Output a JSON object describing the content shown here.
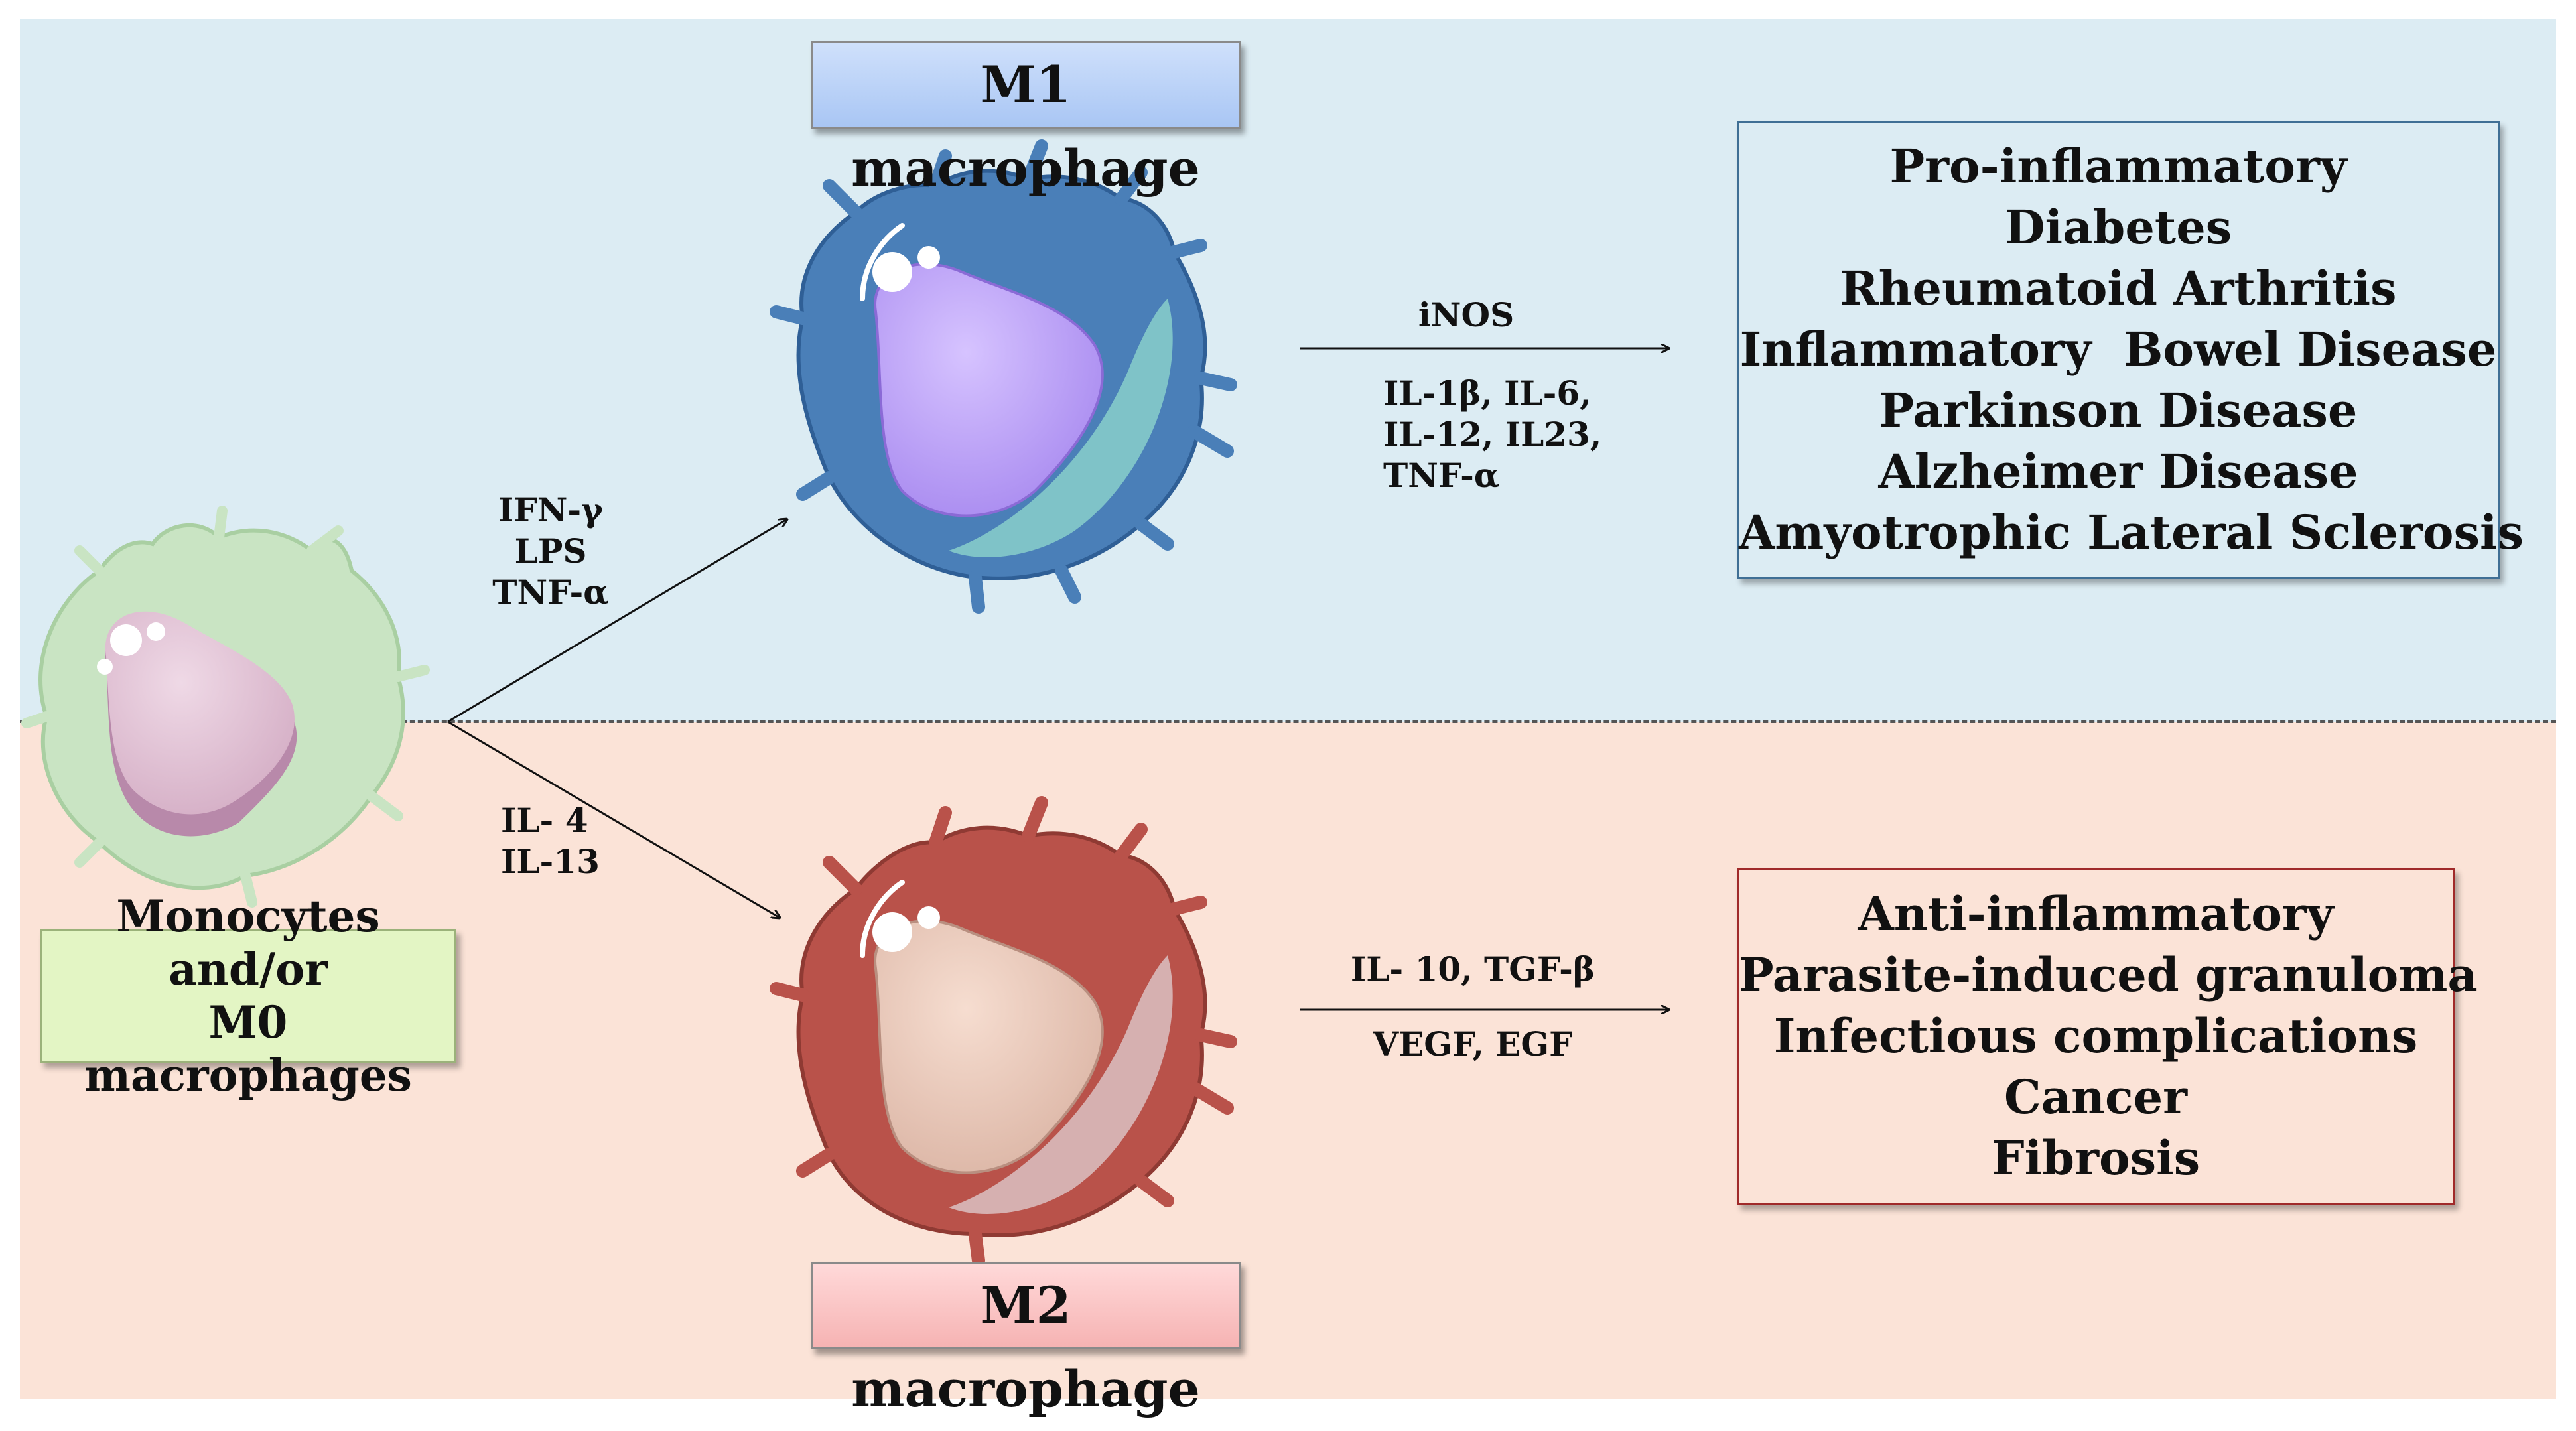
{
  "m1_title": "M1 macrophage",
  "m2_title": "M2 macrophage",
  "monocyte_label": [
    "Monocytes and/or",
    "M0 macrophages"
  ],
  "m1_stimuli": [
    "IFN-γ",
    "LPS",
    "TNF-α"
  ],
  "m2_stimuli": [
    "IL- 4",
    "IL-13"
  ],
  "m1_secreted": {
    "top": "iNOS",
    "bottom": [
      "IL-1β, IL-6,",
      "IL-12, IL23,",
      "TNF-α"
    ]
  },
  "m2_secreted": {
    "top": "IL- 10, TGF-β",
    "bottom": "VEGF, EGF"
  },
  "m1_diseases": [
    "Pro-inflammatory",
    "Diabetes",
    "Rheumatoid Arthritis",
    "Inflammatory  Bowel Disease",
    "Parkinson Disease",
    "Alzheimer Disease",
    "Amyotrophic Lateral Sclerosis"
  ],
  "m2_diseases": [
    "Anti-inflammatory",
    "Parasite-induced granuloma",
    "Infectious complications",
    "Cancer",
    "Fibrosis"
  ],
  "colors": {
    "top_band": "#dcecf3",
    "bottom_band": "#fbe3d7",
    "m1_cell": "#4a7fb8",
    "m2_cell": "#b9524a",
    "monocyte_cell": "#c9e4c3"
  }
}
